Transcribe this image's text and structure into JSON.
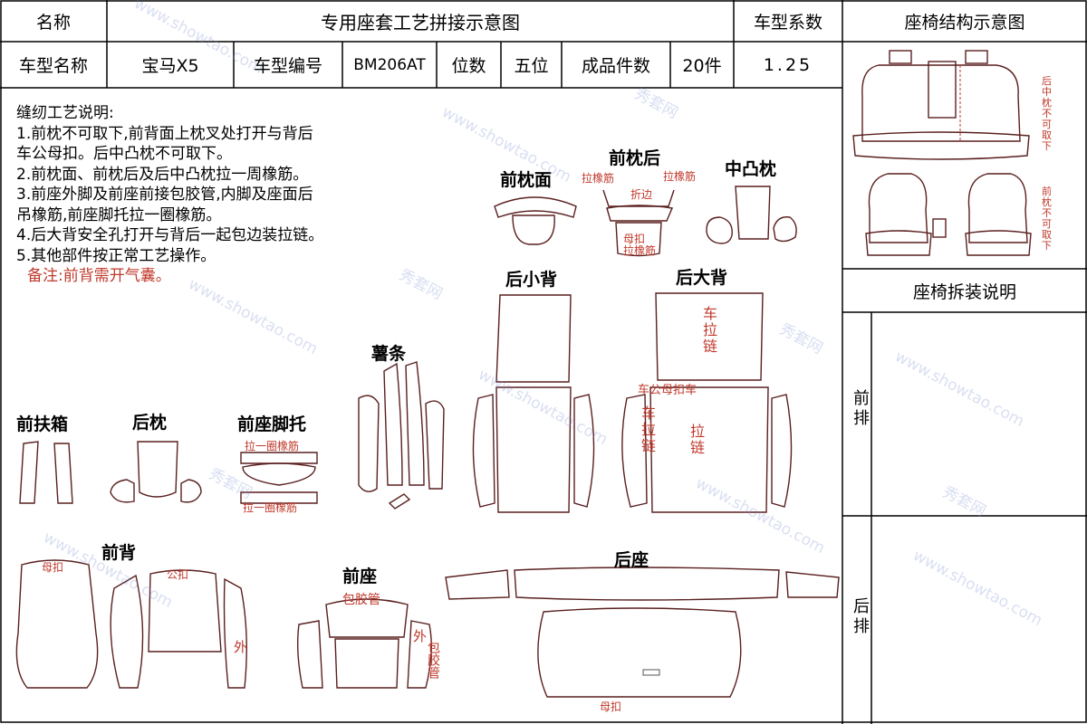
{
  "header": {
    "name_label": "名称",
    "title": "专用座套工艺拼接示意图",
    "coef_label": "车型系数",
    "structure_title": "座椅结构示意图"
  },
  "info_row": {
    "model_name_label": "车型名称",
    "model_name": "宝马X5",
    "model_code_label": "车型编号",
    "model_code": "BM206AT",
    "seats_label": "位数",
    "seats": "五位",
    "pieces_label": "成品件数",
    "pieces": "20件",
    "coef": "1.25"
  },
  "instructions": {
    "heading": "缝纫工艺说明:",
    "lines": [
      "1.前枕不可取下,前背面上枕叉处打开与背后",
      "车公母扣。后中凸枕不可取下。",
      "2.前枕面、前枕后及后中凸枕拉一周橡筋。",
      "3.前座外脚及前座前接包胶管,内脚及座面后",
      "吊橡筋,前座脚托拉一圈橡筋。",
      "4.后大背安全孔打开与背后一起包边装拉链。",
      "5.其他部件按正常工艺操作。"
    ],
    "remark": "备注:前背需开气囊。"
  },
  "parts": {
    "front_headrest_face": "前枕面",
    "front_headrest_back": "前枕后",
    "center_bump": "中凸枕",
    "rear_small_back": "后小背",
    "rear_big_back": "后大背",
    "strip": "薯条",
    "front_armrest": "前扶箱",
    "rear_headrest": "后枕",
    "front_footrest": "前座脚托",
    "front_back": "前背",
    "front_seat": "前座",
    "rear_seat": "后座"
  },
  "annotations": {
    "elastic": "拉橡筋",
    "elastic2": "拉橡筋",
    "hem": "折边",
    "snap_elastic": "母扣\n拉橡筋",
    "zipper_vertical": "车拉链",
    "snap_male_car": "车公母扣车",
    "zip_left": "车拉链",
    "zip_right": "拉链",
    "foot_elastic_top": "拉一圈橡筋",
    "foot_elastic_bottom": "拉一圈橡筋",
    "female_snap": "母扣",
    "male_snap": "公扣",
    "outer": "外",
    "piping": "包胶管",
    "outer2": "外",
    "piping2": "包胶管",
    "rear_female_snap": "母扣",
    "not_removable_rear": "后中枕不可取下",
    "not_removable_front": "前枕不可取下"
  },
  "side_panel": {
    "disassembly_title": "座椅拆装说明",
    "front_row": "前排",
    "rear_row": "后排"
  },
  "watermark": {
    "site": "www.showtao.com",
    "brand": "秀套网"
  }
}
